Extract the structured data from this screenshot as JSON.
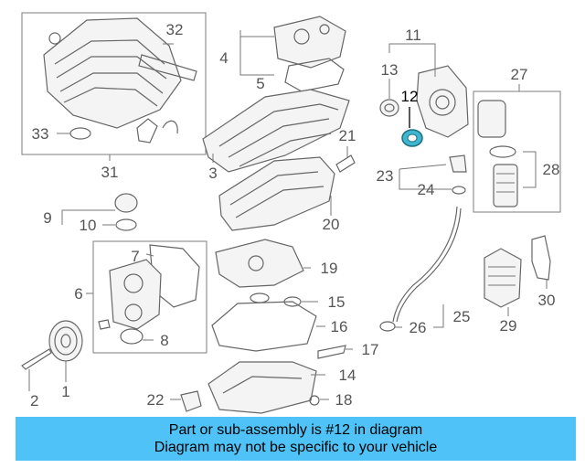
{
  "callouts": {
    "n1": "1",
    "n2": "2",
    "n3": "3",
    "n4": "4",
    "n5": "5",
    "n6": "6",
    "n7": "7",
    "n8": "8",
    "n9": "9",
    "n10": "10",
    "n11": "11",
    "n12": "12",
    "n13": "13",
    "n14": "14",
    "n15": "15",
    "n16": "16",
    "n17": "17",
    "n18": "18",
    "n19": "19",
    "n20": "20",
    "n21": "21",
    "n22": "22",
    "n23": "23",
    "n24": "24",
    "n25": "25",
    "n26": "26",
    "n27": "27",
    "n28": "28",
    "n29": "29",
    "n30": "30",
    "n31": "31",
    "n32": "32",
    "n33": "33"
  },
  "highlight_part": "12",
  "highlight_color": "#3fb6cf",
  "banner": {
    "line1": "Part or sub-assembly is #12 in diagram",
    "line2": "Diagram may not be specific to your vehicle",
    "color": "#4fc3f7"
  }
}
